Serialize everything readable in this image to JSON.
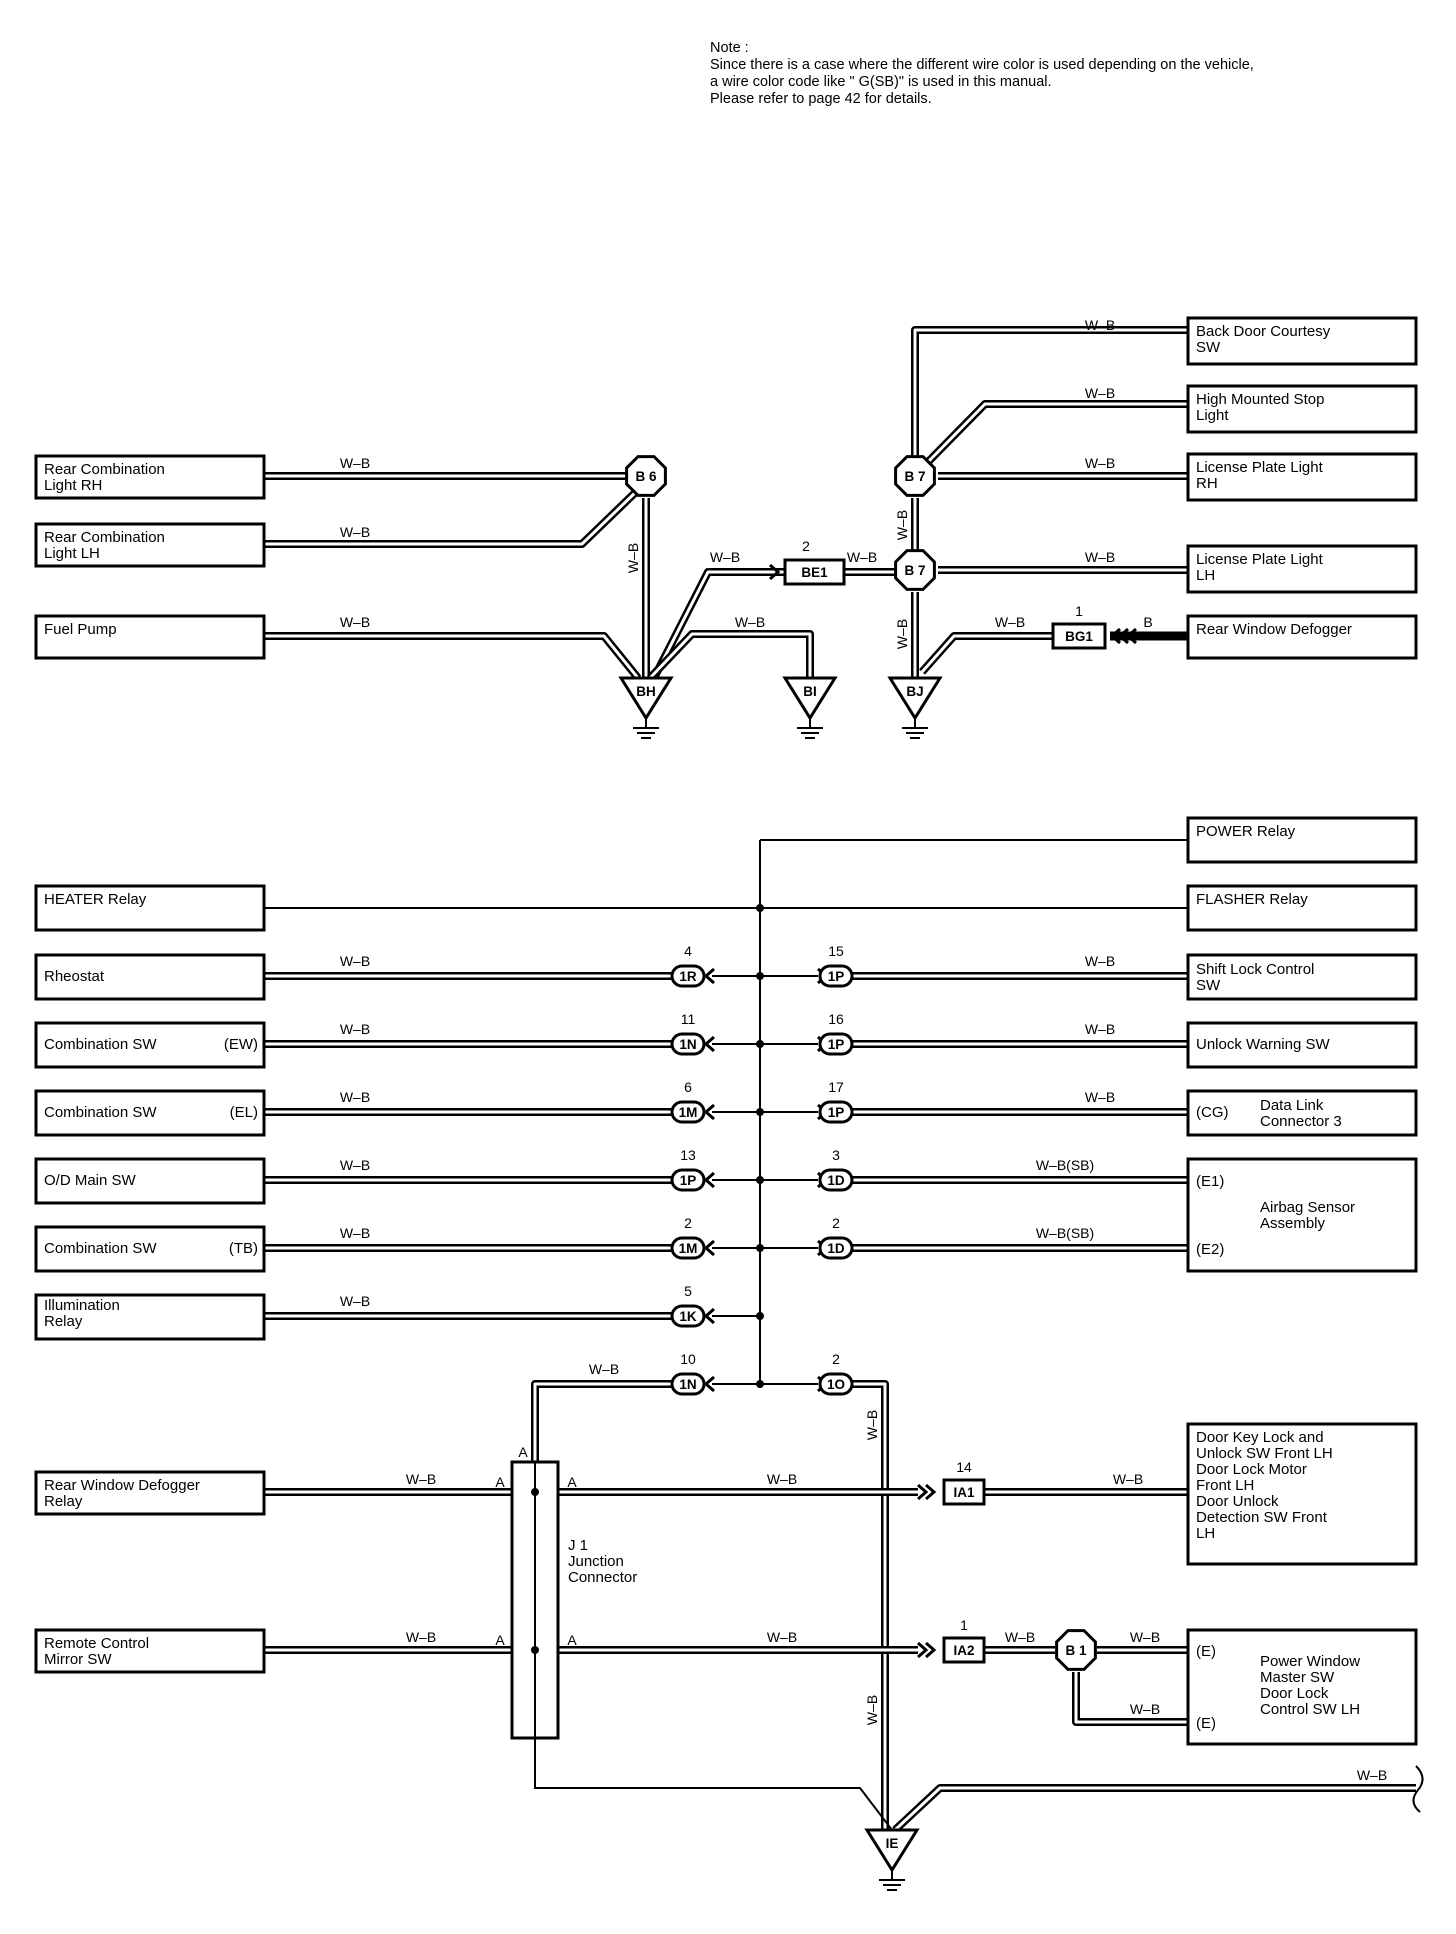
{
  "note": {
    "title": "Note :",
    "lines": [
      "Since there is a case where the different wire color is used depending on the vehicle,",
      "a wire color code like \" G(SB)\"  is used in this manual.",
      "Please refer to page 42 for details."
    ]
  },
  "top": {
    "left_components": [
      "Rear Combination\nLight RH",
      "Rear Combination\nLight LH",
      "Fuel Pump"
    ],
    "right_components": [
      "Back Door Courtesy\nSW",
      "High Mounted Stop\nLight",
      "License Plate Light\nRH",
      "License Plate Light\nLH",
      "Rear Window Defogger"
    ],
    "splices": {
      "b6": "B 6",
      "b7a": "B 7",
      "b7b": "B 7"
    },
    "connectors": {
      "be1": "BE1",
      "be1_pin": "2",
      "bg1": "BG1",
      "bg1_pin": "1"
    },
    "grounds": {
      "bh": "BH",
      "bi": "BI",
      "bj": "BJ"
    },
    "wire": "W–B",
    "wire_b": "B"
  },
  "middle": {
    "power": "POWER Relay",
    "heater": "HEATER Relay",
    "flasher": "FLASHER Relay",
    "rows": [
      {
        "left": "Rheostat",
        "left_tag": "",
        "lpin": "4",
        "lconn": "1R",
        "rpin": "15",
        "rconn": "1P",
        "rwire": "W–B",
        "right": "Shift Lock Control\nSW",
        "right_tag": ""
      },
      {
        "left": "Combination SW",
        "left_tag": "(EW)",
        "lpin": "11",
        "lconn": "1N",
        "rpin": "16",
        "rconn": "1P",
        "rwire": "W–B",
        "right": "Unlock Warning SW",
        "right_tag": ""
      },
      {
        "left": "Combination SW",
        "left_tag": "(EL)",
        "lpin": "6",
        "lconn": "1M",
        "rpin": "17",
        "rconn": "1P",
        "rwire": "W–B",
        "right": "Data Link\nConnector 3",
        "right_tag": "(CG)"
      },
      {
        "left": "O/D Main SW",
        "left_tag": "",
        "lpin": "13",
        "lconn": "1P",
        "rpin": "3",
        "rconn": "1D",
        "rwire": "W–B(SB)",
        "right": "",
        "right_tag": "(E1)"
      },
      {
        "left": "Combination SW",
        "left_tag": "(TB)",
        "lpin": "2",
        "lconn": "1M",
        "rpin": "2",
        "rconn": "1D",
        "rwire": "W–B(SB)",
        "right": "",
        "right_tag": "(E2)"
      },
      {
        "left": "Illumination\nRelay",
        "left_tag": "",
        "lpin": "5",
        "lconn": "1K",
        "rpin": "",
        "rconn": "",
        "rwire": "",
        "right": "",
        "right_tag": ""
      }
    ],
    "airbag": "Airbag Sensor\nAssembly",
    "j1row": {
      "lpin": "10",
      "lconn": "1N",
      "rpin": "2",
      "rconn": "1O"
    }
  },
  "bottom": {
    "left_components": [
      "Rear Window Defogger\nRelay",
      "Remote Control\nMirror SW"
    ],
    "j1": "J 1\nJunction\nConnector",
    "j1_pin": "A",
    "ia1": "IA1",
    "ia1_pin": "14",
    "ia2": "IA2",
    "ia2_pin": "1",
    "b1": "B 1",
    "door": "Door Key Lock and\nUnlock SW Front LH\nDoor Lock Motor\nFront LH\nDoor Unlock\nDetection SW Front\nLH",
    "pw": "Power Window\nMaster SW\nDoor Lock\nControl SW LH",
    "pw_tag": "(E)",
    "ground": "IE"
  },
  "icons": {
    "ground": "ground-symbol-icon",
    "splice": "splice-octagon-icon",
    "arrow": "connector-arrow-icon"
  }
}
